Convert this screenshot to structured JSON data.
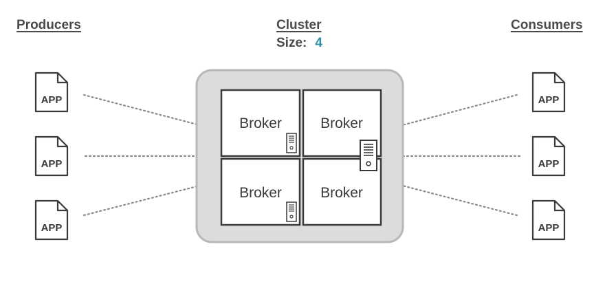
{
  "producers": {
    "heading": "Producers",
    "apps": [
      {
        "label": "APP"
      },
      {
        "label": "APP"
      },
      {
        "label": "APP"
      }
    ]
  },
  "cluster": {
    "heading": "Cluster",
    "size_label": "Size:",
    "size_value": "4",
    "brokers": [
      {
        "label": "Broker"
      },
      {
        "label": "Broker"
      },
      {
        "label": "Broker"
      },
      {
        "label": "Broker"
      }
    ]
  },
  "consumers": {
    "heading": "Consumers",
    "apps": [
      {
        "label": "APP"
      },
      {
        "label": "APP"
      },
      {
        "label": "APP"
      }
    ]
  },
  "colors": {
    "accent": "#2e8fa6",
    "cluster_fill": "#dcdcdc",
    "cluster_stroke": "#b8b8b8",
    "line": "#8a8a8a",
    "outline": "#3a3a3a"
  }
}
